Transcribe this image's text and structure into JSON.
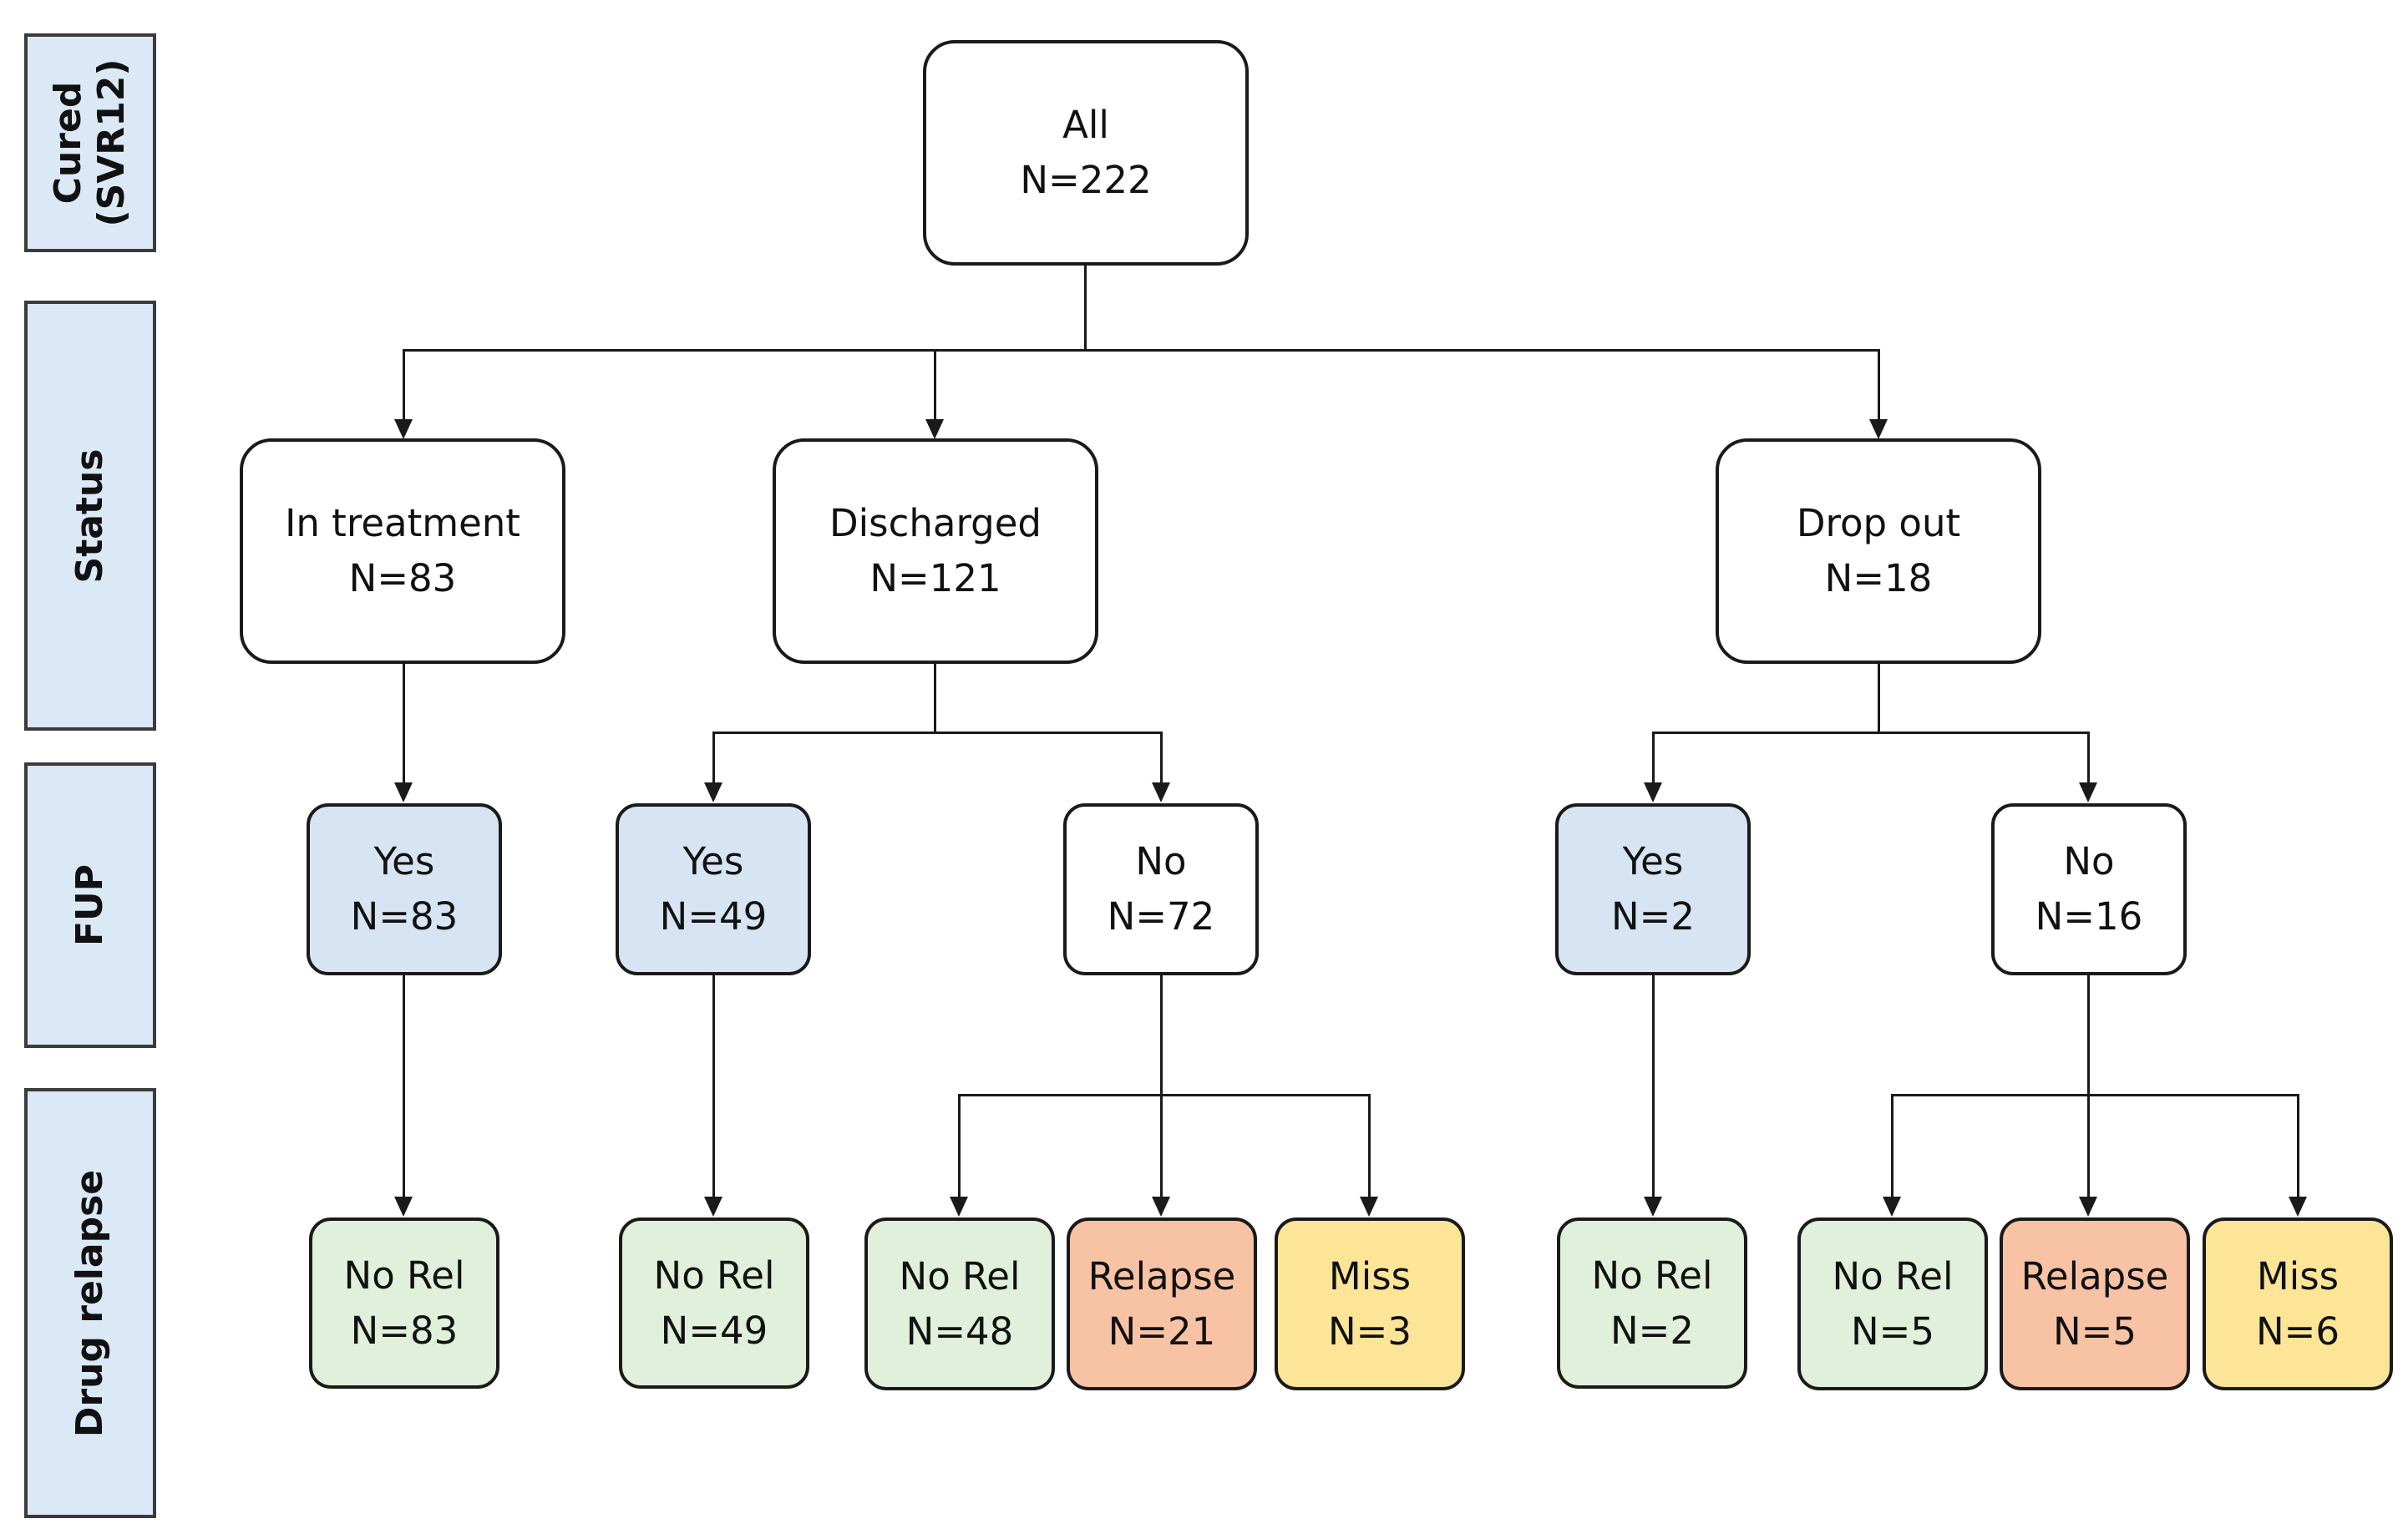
{
  "colors": {
    "stage_fill": "#dbe8f6",
    "yes_fill": "#d6e4f3",
    "no_fill": "#ffffff",
    "no_rel_fill": "#e0f0da",
    "relapse_fill": "#f8c3a5",
    "miss_fill": "#fde598",
    "line": "#1a1a1a"
  },
  "stages": [
    {
      "id": "cured",
      "lines": [
        "Cured",
        "(SVR12)"
      ]
    },
    {
      "id": "status",
      "lines": [
        "Status"
      ]
    },
    {
      "id": "fup",
      "lines": [
        "FUP"
      ]
    },
    {
      "id": "drug-relapse",
      "lines": [
        "Drug relapse"
      ]
    }
  ],
  "nodes": [
    {
      "id": "all",
      "label": "All",
      "count": "N=222"
    },
    {
      "id": "in-treatment",
      "label": "In treatment",
      "count": "N=83"
    },
    {
      "id": "discharged",
      "label": "Discharged",
      "count": "N=121"
    },
    {
      "id": "drop-out",
      "label": "Drop out",
      "count": "N=18"
    },
    {
      "id": "it-yes",
      "label": "Yes",
      "count": "N=83"
    },
    {
      "id": "dis-yes",
      "label": "Yes",
      "count": "N=49"
    },
    {
      "id": "dis-no",
      "label": "No",
      "count": "N=72"
    },
    {
      "id": "do-yes",
      "label": "Yes",
      "count": "N=2"
    },
    {
      "id": "do-no",
      "label": "No",
      "count": "N=16"
    },
    {
      "id": "it-norel",
      "label": "No Rel",
      "count": "N=83"
    },
    {
      "id": "disyes-norel",
      "label": "No Rel",
      "count": "N=49"
    },
    {
      "id": "disno-norel",
      "label": "No Rel",
      "count": "N=48"
    },
    {
      "id": "disno-relapse",
      "label": "Relapse",
      "count": "N=21"
    },
    {
      "id": "disno-miss",
      "label": "Miss",
      "count": "N=3"
    },
    {
      "id": "doyes-norel",
      "label": "No Rel",
      "count": "N=2"
    },
    {
      "id": "dono-norel",
      "label": "No Rel",
      "count": "N=5"
    },
    {
      "id": "dono-relapse",
      "label": "Relapse",
      "count": "N=5"
    },
    {
      "id": "dono-miss",
      "label": "Miss",
      "count": "N=6"
    }
  ]
}
